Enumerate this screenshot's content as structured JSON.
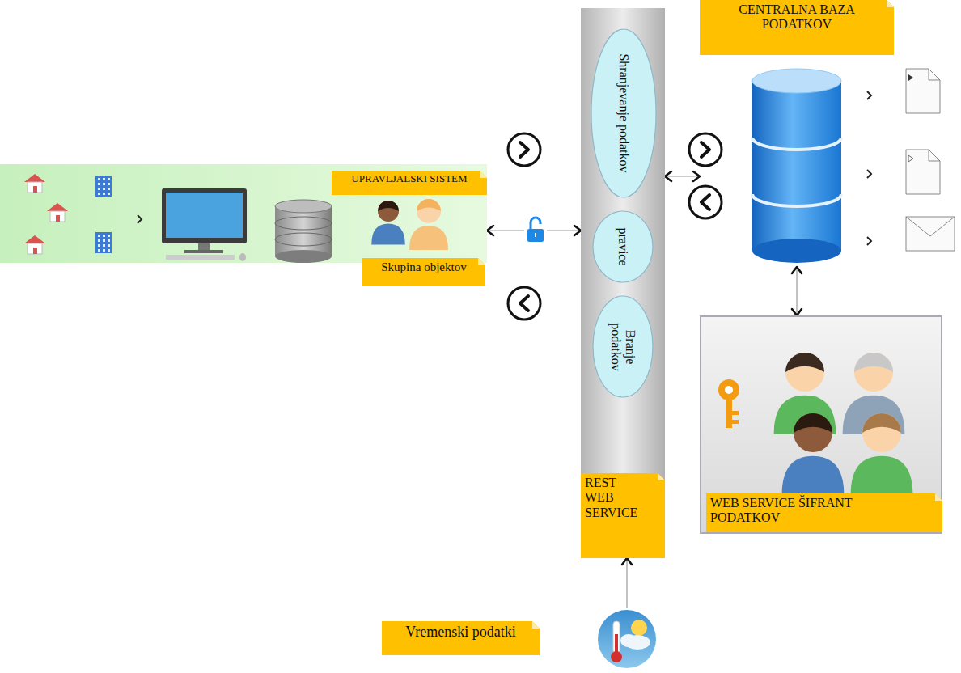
{
  "diagram": {
    "nodes": [
      {
        "text": [
          "UPRAVLJALSKI SISTEM",
          "Skupina objektov"
        ]
      },
      {
        "text": [
          "REST WEB SERVICE"
        ]
      },
      {
        "text": [
          "Shranjevanje podatkov"
        ],
        "in": 1
      },
      {
        "text": [
          "pravice"
        ],
        "in": 1
      },
      {
        "text": [
          "Branje podatkov"
        ],
        "in": 1
      },
      {
        "text": [
          "CENTRALNA BAZA PODATKOV"
        ]
      },
      {
        "text": [
          "WEB SERVICE ŠIFRANT PODATKOV"
        ]
      },
      {
        "text": [
          "Vremenski podatki"
        ]
      }
    ],
    "edges": [
      {
        "from": 0,
        "to": 1,
        "arrow": "both"
      },
      {
        "from": 1,
        "to": 5,
        "arrow": "both"
      },
      {
        "from": 5,
        "to": 6,
        "arrow": "both"
      },
      {
        "from": 7,
        "to": 1,
        "arrow": "to"
      }
    ]
  }
}
